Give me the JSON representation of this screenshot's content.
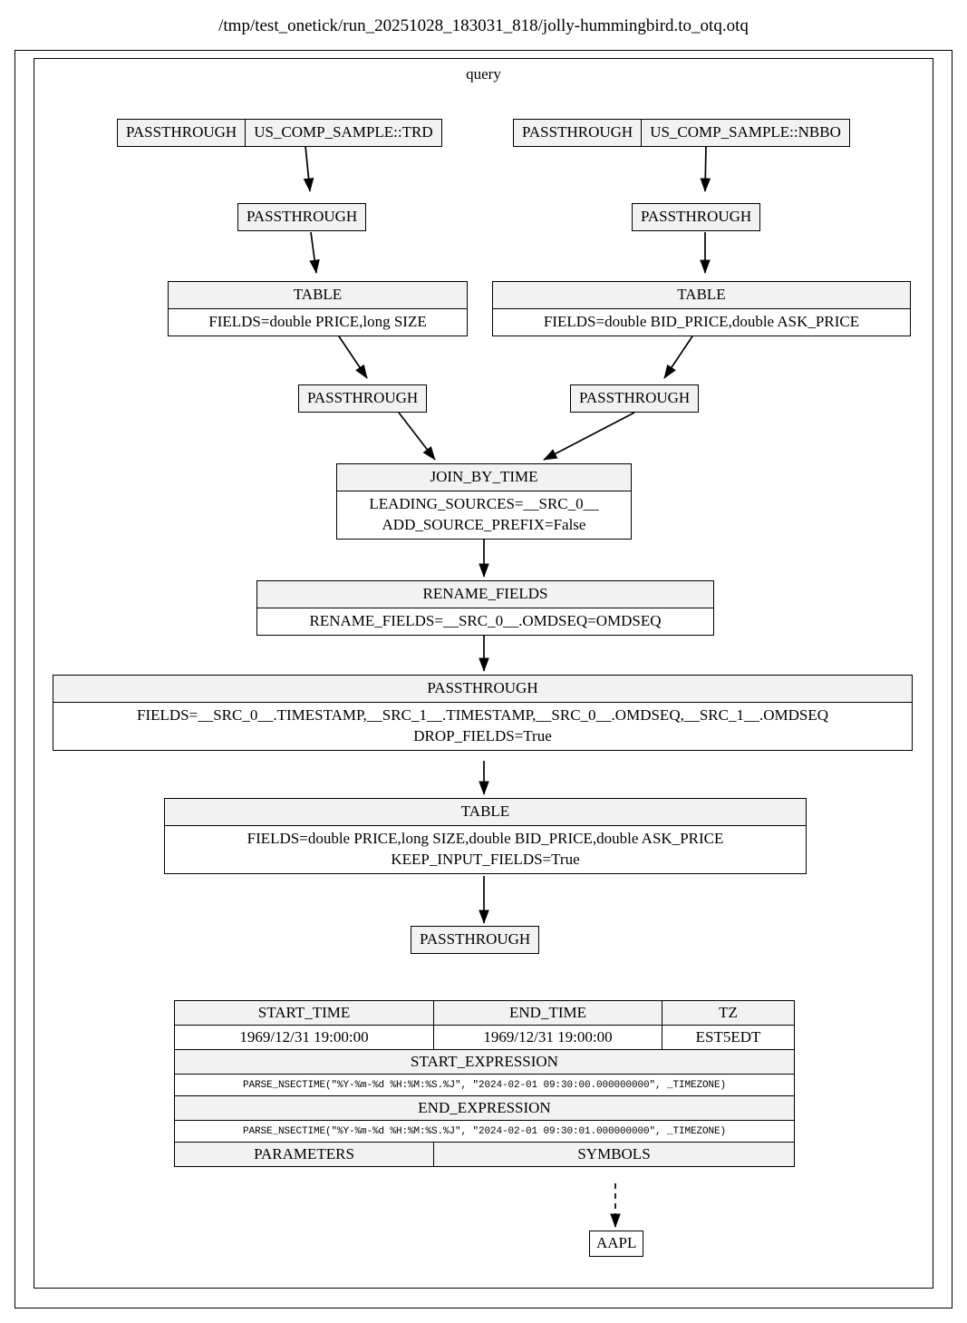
{
  "title": "/tmp/test_onetick/run_20251028_183031_818/jolly-hummingbird.to_otq.otq",
  "cluster": {
    "label": "query"
  },
  "colors": {
    "node_header_fill": "#f2f2f2",
    "node_body_fill": "#ffffff",
    "border": "#000000",
    "edge": "#000000",
    "background": "#ffffff"
  },
  "nodes": {
    "src_trd": {
      "left_label": "PASSTHROUGH",
      "right_label": "US_COMP_SAMPLE::TRD"
    },
    "src_nbbo": {
      "left_label": "PASSTHROUGH",
      "right_label": "US_COMP_SAMPLE::NBBO"
    },
    "pt_trd_1": {
      "label": "PASSTHROUGH"
    },
    "pt_nbbo_1": {
      "label": "PASSTHROUGH"
    },
    "table_trd": {
      "header": "TABLE",
      "rows": [
        "FIELDS=double PRICE,long SIZE"
      ]
    },
    "table_nbbo": {
      "header": "TABLE",
      "rows": [
        "FIELDS=double BID_PRICE,double ASK_PRICE"
      ]
    },
    "pt_trd_2": {
      "label": "PASSTHROUGH"
    },
    "pt_nbbo_2": {
      "label": "PASSTHROUGH"
    },
    "join_by_time": {
      "header": "JOIN_BY_TIME",
      "rows": [
        "LEADING_SOURCES=__SRC_0__",
        "ADD_SOURCE_PREFIX=False"
      ]
    },
    "rename_fields": {
      "header": "RENAME_FIELDS",
      "rows": [
        "RENAME_FIELDS=__SRC_0__.OMDSEQ=OMDSEQ"
      ]
    },
    "passthrough_drop": {
      "header": "PASSTHROUGH",
      "rows": [
        "FIELDS=__SRC_0__.TIMESTAMP,__SRC_1__.TIMESTAMP,__SRC_0__.OMDSEQ,__SRC_1__.OMDSEQ",
        "DROP_FIELDS=True"
      ]
    },
    "table_final": {
      "header": "TABLE",
      "rows": [
        "FIELDS=double PRICE,long SIZE,double BID_PRICE,double ASK_PRICE",
        "KEEP_INPUT_FIELDS=True"
      ]
    },
    "pt_final": {
      "label": "PASSTHROUGH"
    },
    "symbol_aapl": {
      "label": "AAPL"
    }
  },
  "params_table": {
    "headers_row1": [
      "START_TIME",
      "END_TIME",
      "TZ"
    ],
    "values_row1": [
      "1969/12/31 19:00:00",
      "1969/12/31 19:00:00",
      "EST5EDT"
    ],
    "start_expression_label": "START_EXPRESSION",
    "start_expression_value": "PARSE_NSECTIME(\"%Y-%m-%d %H:%M:%S.%J\", \"2024-02-01 09:30:00.000000000\", _TIMEZONE)",
    "end_expression_label": "END_EXPRESSION",
    "end_expression_value": "PARSE_NSECTIME(\"%Y-%m-%d %H:%M:%S.%J\", \"2024-02-01 09:30:01.000000000\", _TIMEZONE)",
    "parameters_label": "PARAMETERS",
    "symbols_label": "SYMBOLS"
  }
}
